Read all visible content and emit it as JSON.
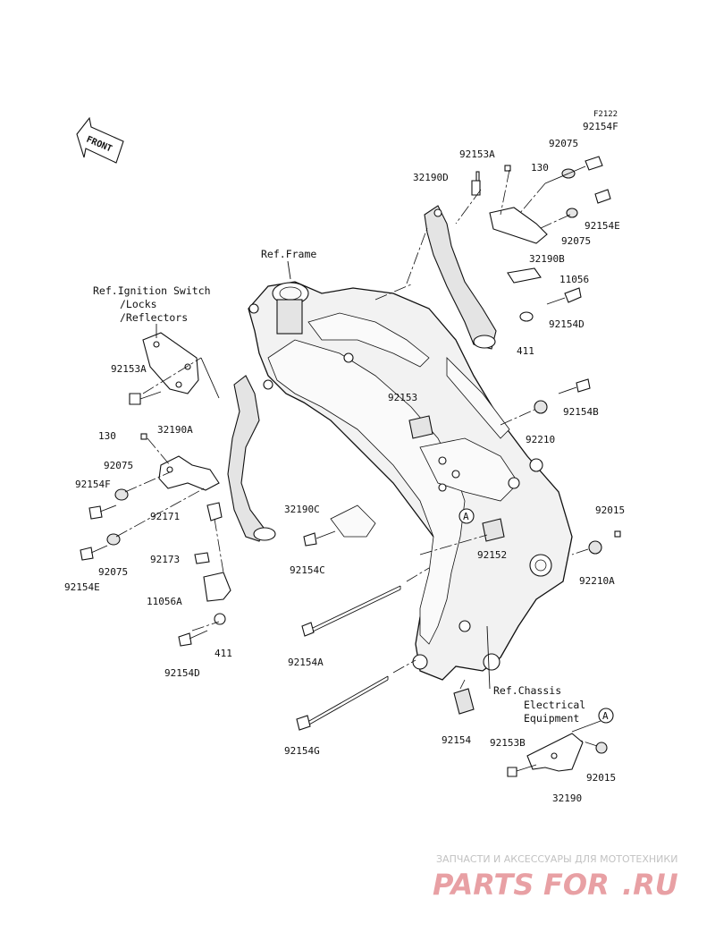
{
  "diagram_code": "F2122",
  "front_label": "FRONT",
  "refs": {
    "frame": "Ref.Frame",
    "ignition": [
      "Ref.Ignition Switch",
      "/Locks",
      "/Reflectors"
    ],
    "chassis": [
      "Ref.Chassis",
      "Electrical",
      "Equipment"
    ]
  },
  "parts": {
    "p92154F_tr": "92154F",
    "p92075_tr": "92075",
    "p92153A_t": "92153A",
    "p130_t": "130",
    "p32190D": "32190D",
    "p92154E_r": "92154E",
    "p92075_r": "92075",
    "p32190B": "32190B",
    "p11056": "11056",
    "p92154D_r": "92154D",
    "p411_r": "411",
    "p92153A_l": "92153A",
    "p92153": "92153",
    "p92154B": "92154B",
    "p92210": "92210",
    "p130_l": "130",
    "p32190A": "32190A",
    "p92075_l": "92075",
    "p92154F_l": "92154F",
    "p92171": "92171",
    "p32190C": "32190C",
    "p92015_r": "92015",
    "p92075_bl": "92075",
    "p92154E_l": "92154E",
    "p92154C": "92154C",
    "p92152": "92152",
    "p92210A": "92210A",
    "p92173": "92173",
    "p11056A": "11056A",
    "p411_l": "411",
    "p92154D_l": "92154D",
    "p92154A": "92154A",
    "p92154": "92154",
    "p92153B": "92153B",
    "p92015_b": "92015",
    "p32190": "32190",
    "p92154G": "92154G"
  },
  "callouts": {
    "a1": "A",
    "a2": "A"
  },
  "watermark": {
    "subtitle": "ЗАПЧАСТИ И АКСЕССУАРЫ ДЛЯ МОТОТЕХНИКИ",
    "brand_part1": "PARTS",
    "brand_part2": "FOR",
    "brand_part3": ".RU",
    "color_main": "#e8a0a4",
    "color_accent": "#c9c9c9"
  }
}
